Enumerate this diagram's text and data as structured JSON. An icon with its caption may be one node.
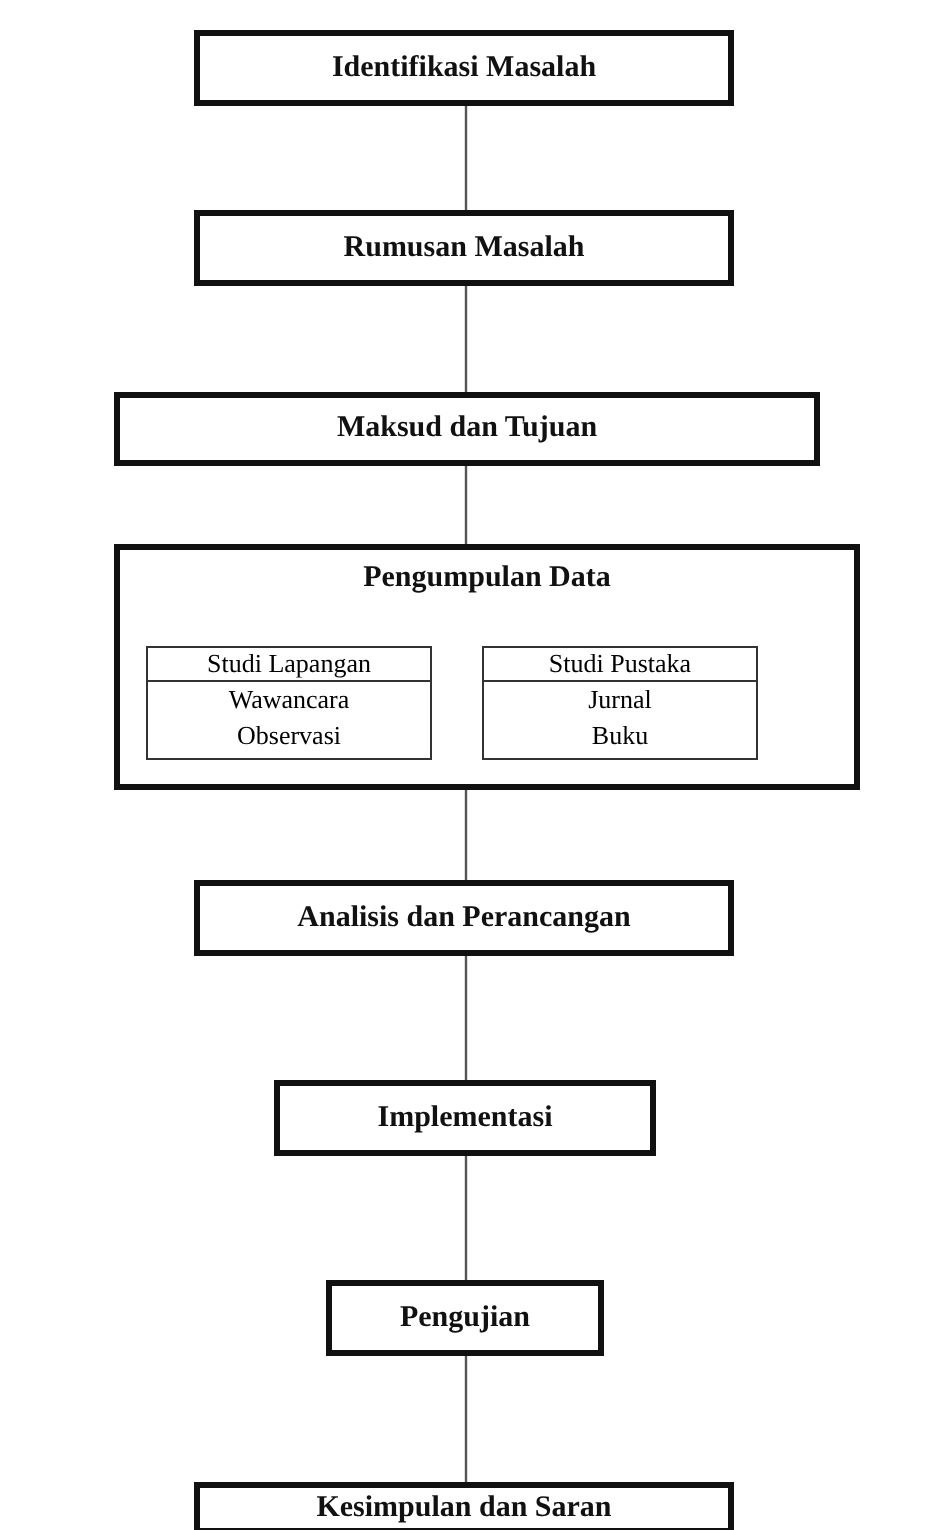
{
  "diagram": {
    "nodes": [
      {
        "text": [
          "Identifikasi Masalah"
        ]
      },
      {
        "text": [
          "Rumusan Masalah"
        ]
      },
      {
        "text": [
          "Maksud dan Tujuan"
        ]
      },
      {
        "text": [
          "Pengumpulan Data"
        ]
      },
      {
        "text": [
          "Studi Lapangan",
          "Wawancara",
          "Observasi"
        ],
        "in": 3
      },
      {
        "text": [
          "Studi Pustaka",
          "Jurnal",
          "Buku"
        ],
        "in": 3
      },
      {
        "text": [
          "Analisis dan Perancangan"
        ]
      },
      {
        "text": [
          "Implementasi"
        ]
      },
      {
        "text": [
          "Pengujian"
        ]
      },
      {
        "text": [
          "Kesimpulan dan Saran"
        ]
      }
    ],
    "edges": [
      {
        "from": 0,
        "to": 1,
        "arrow": "none"
      },
      {
        "from": 1,
        "to": 2,
        "arrow": "none"
      },
      {
        "from": 2,
        "to": 3,
        "arrow": "none"
      },
      {
        "from": 3,
        "to": 6,
        "arrow": "none"
      },
      {
        "from": 6,
        "to": 7,
        "arrow": "none"
      },
      {
        "from": 7,
        "to": 8,
        "arrow": "none"
      },
      {
        "from": 8,
        "to": 9,
        "arrow": "none"
      }
    ]
  }
}
